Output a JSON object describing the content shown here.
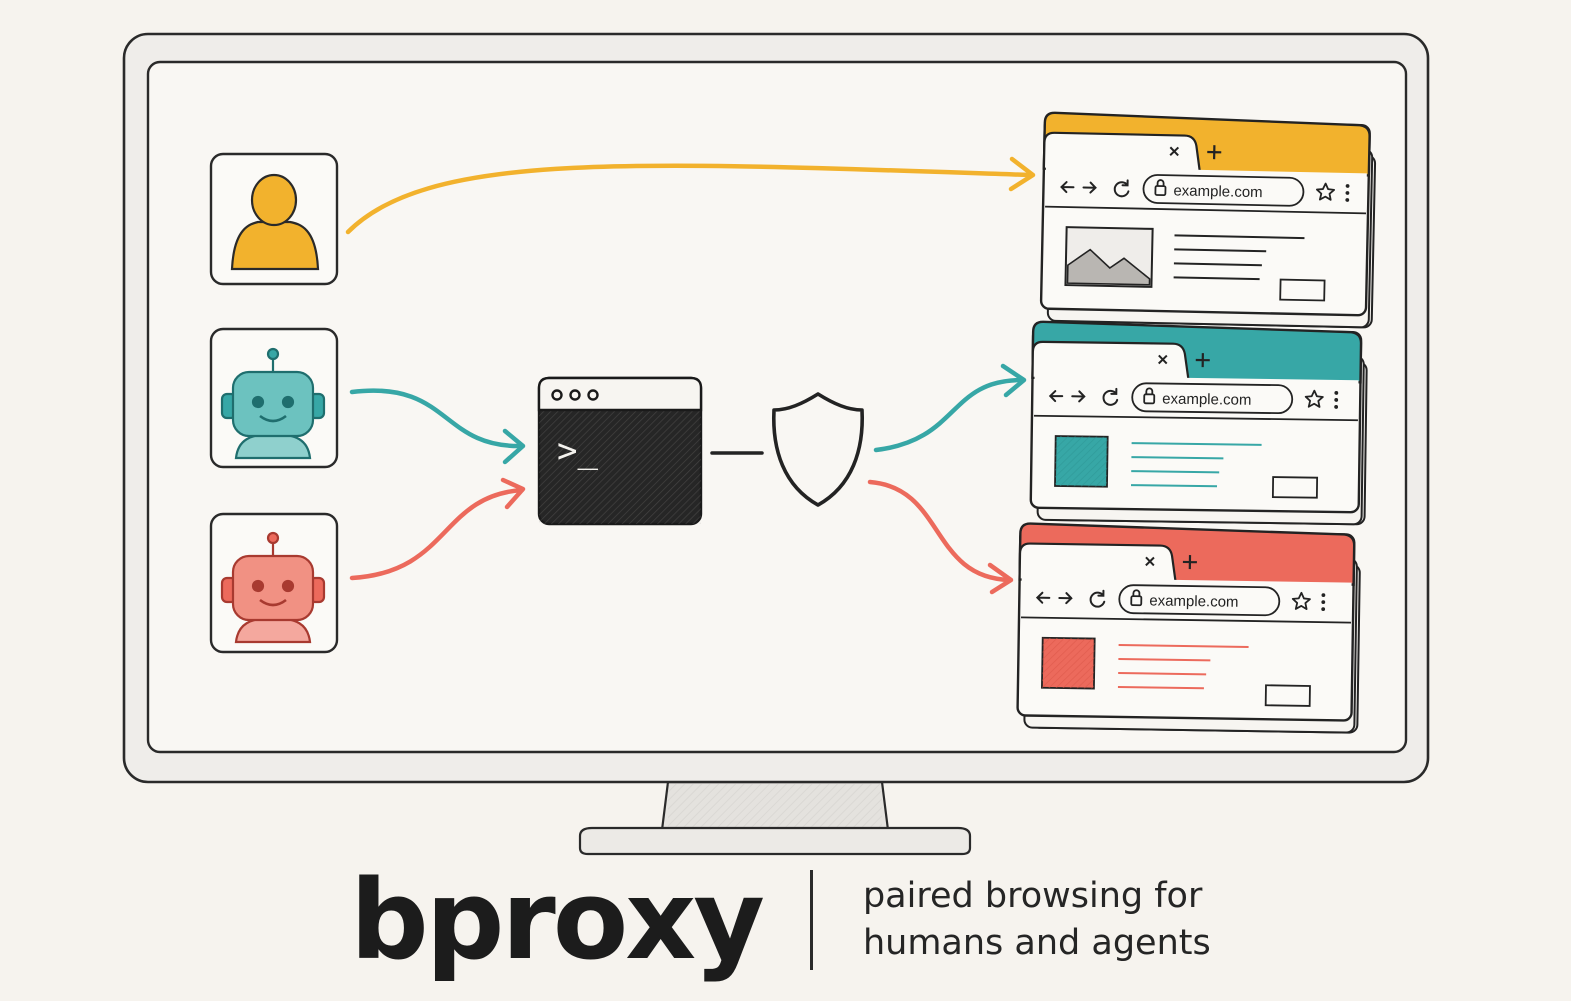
{
  "colors": {
    "human": "#f2b22d",
    "agent_teal": "#37a7a6",
    "agent_coral": "#ec6a5c",
    "ink": "#232323",
    "terminal": "#262626",
    "background": "#f6f3ee",
    "screen": "#f9f7f3"
  },
  "icons": {
    "human": "person-icon",
    "agents": "robot-icon",
    "cli": "terminal-icon",
    "guard": "shield-icon",
    "browser": "browser-window-icon"
  },
  "terminal": {
    "prompt": ">_"
  },
  "browser_windows": [
    {
      "url": "example.com",
      "accent": "#f2b22d",
      "content": "image-placeholder-icon"
    },
    {
      "url": "example.com",
      "accent": "#37a7a6",
      "content": "square-placeholder"
    },
    {
      "url": "example.com",
      "accent": "#ec6a5c",
      "content": "square-placeholder"
    }
  ],
  "brand": {
    "name": "bproxy",
    "tagline_line1": "paired browsing for",
    "tagline_line2": "humans and agents"
  }
}
